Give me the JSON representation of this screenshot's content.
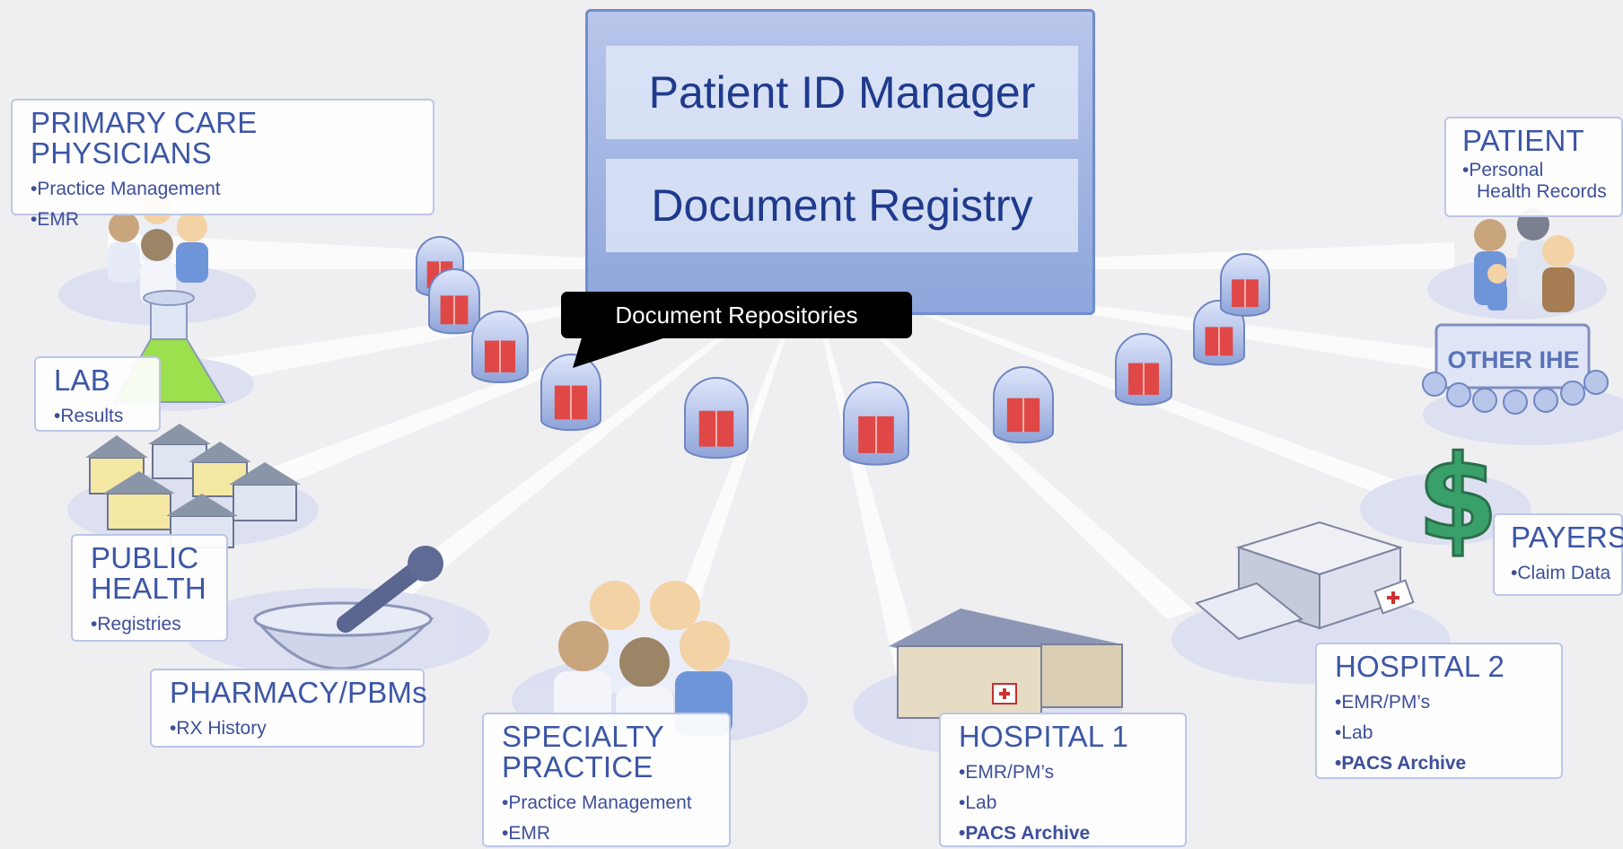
{
  "central": {
    "patient_id_manager": "Patient ID Manager",
    "document_registry": "Document Registry"
  },
  "callout": "Document Repositories",
  "other_ihe_label": "OTHER IHE",
  "nodes": {
    "primary_care": {
      "title": "PRIMARY CARE PHYSICIANS",
      "items": [
        "Practice Management",
        "EMR"
      ]
    },
    "lab": {
      "title": "LAB",
      "items": [
        "Results"
      ]
    },
    "public_health": {
      "title_line1": "PUBLIC",
      "title_line2": "HEALTH",
      "items": [
        "Registries"
      ]
    },
    "pharmacy": {
      "title": "PHARMACY/PBMs",
      "items": [
        "RX History"
      ]
    },
    "specialty": {
      "title_line1": "SPECIALTY",
      "title_line2": "PRACTICE",
      "items": [
        "Practice Management",
        "EMR"
      ]
    },
    "hospital1": {
      "title": "HOSPITAL 1",
      "items": [
        "EMR/PM’s",
        "Lab",
        "PACS Archive"
      ]
    },
    "hospital2": {
      "title": "HOSPITAL 2",
      "items": [
        "EMR/PM’s",
        "Lab",
        "PACS Archive"
      ]
    },
    "payers": {
      "title": "PAYERS",
      "items": [
        "Claim Data"
      ]
    },
    "patient": {
      "title": "PATIENT",
      "item_line1": "Personal",
      "item_line2": "Health Records"
    }
  },
  "colors": {
    "title_blue": "#3c56a6",
    "item_blue": "#3d4f99",
    "registry_blue": "#1f3a8c",
    "repository_red": "#e04848",
    "dollar_green": "#3aa06a"
  }
}
